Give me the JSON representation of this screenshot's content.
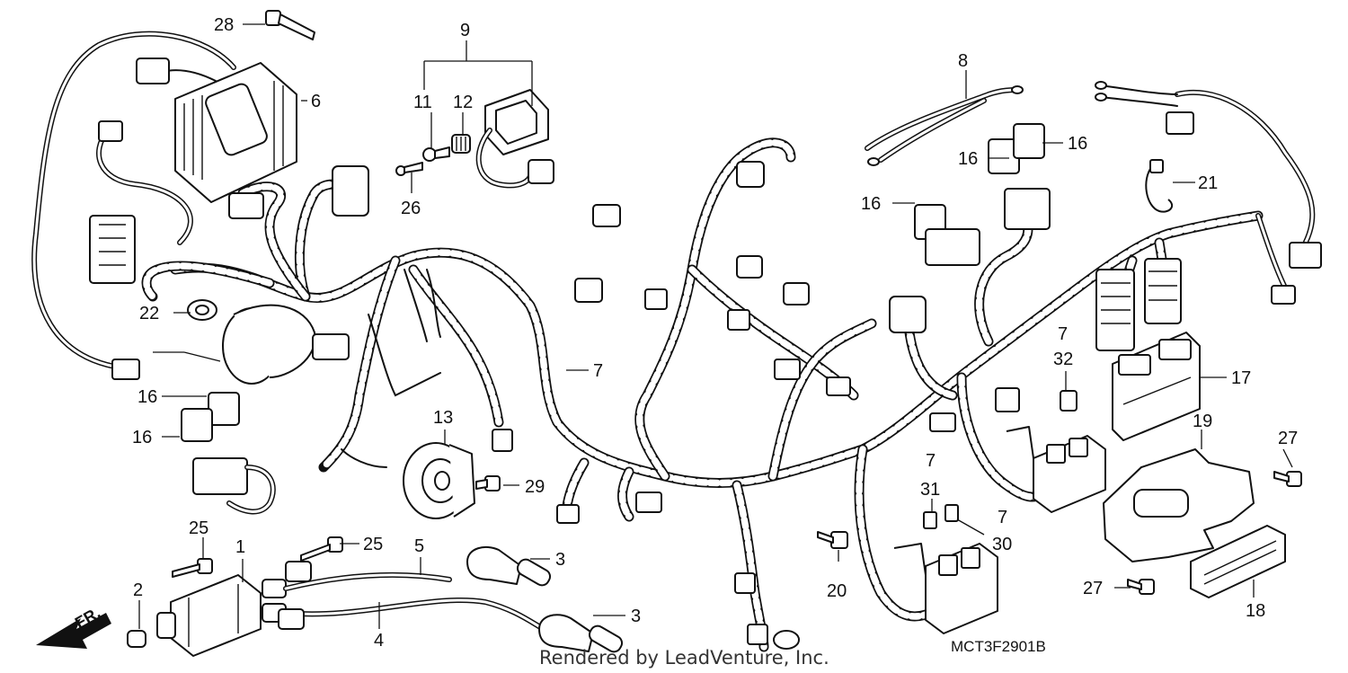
{
  "callouts": {
    "c1": "1",
    "c2": "2",
    "c3a": "3",
    "c3b": "3",
    "c4": "4",
    "c5": "5",
    "c6": "6",
    "c7a": "7",
    "c7b": "7",
    "c7c": "7",
    "c7d": "7",
    "c8": "8",
    "c9": "9",
    "c11": "11",
    "c12": "12",
    "c13": "13",
    "c16a": "16",
    "c16b": "16",
    "c16c": "16",
    "c16d": "16",
    "c16e": "16",
    "c17": "17",
    "c18": "18",
    "c19": "19",
    "c20": "20",
    "c21": "21",
    "c22": "22",
    "c25a": "25",
    "c25b": "25",
    "c26": "26",
    "c27a": "27",
    "c27b": "27",
    "c28": "28",
    "c29": "29",
    "c30": "30",
    "c31": "31",
    "c32": "32"
  },
  "front_marker": "FR.",
  "diagram_code": "MCT3F2901B",
  "credit": "Rendered by LeadVenture, Inc."
}
